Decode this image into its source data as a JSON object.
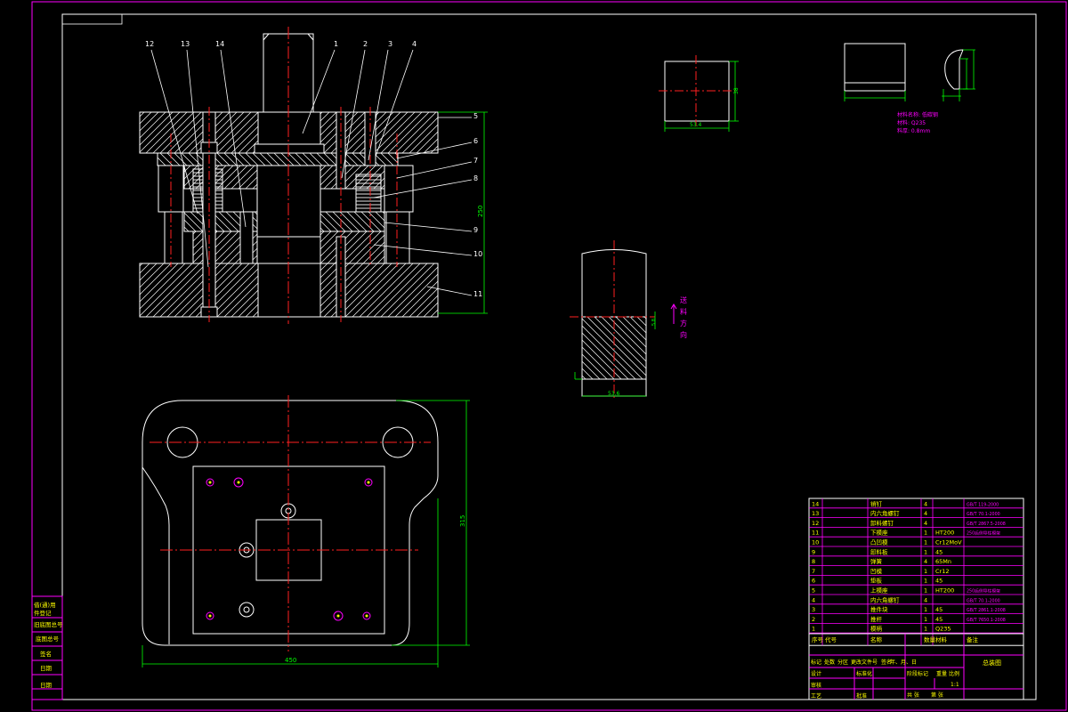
{
  "colors": {
    "background": "#000000",
    "border": "#ff00ff",
    "outline": "#ffffff",
    "centerline": "#ff2020",
    "dimension": "#00ff00",
    "text": "#ffff00",
    "table_grid": "#ff00ff"
  },
  "leader_labels": [
    "12",
    "13",
    "14",
    "1",
    "2",
    "3",
    "4",
    "5",
    "6",
    "7",
    "8",
    "9",
    "10",
    "11"
  ],
  "dims": {
    "press_height": "250",
    "plan_width": "450",
    "plan_depth": "315",
    "blank_width": "53.4",
    "blank_height": "38",
    "strip_width": "53.6",
    "small_v": "5.8"
  },
  "feed_text": [
    "送",
    "料",
    "方",
    "向"
  ],
  "part_note": [
    "材料名称: 低碳钢",
    "材料: Q235",
    "料厚: 0.8mm"
  ],
  "bom": [
    {
      "no": "14",
      "name": "销钉",
      "qty": "4",
      "material": "",
      "remark": "GB/T 119-2000"
    },
    {
      "no": "13",
      "name": "内六角螺钉",
      "qty": "4",
      "material": "",
      "remark": "GB/T 70.1-2000"
    },
    {
      "no": "12",
      "name": "卸料螺钉",
      "qty": "4",
      "material": "",
      "remark": "GB/T 2867.5-2008"
    },
    {
      "no": "11",
      "name": "下模座",
      "qty": "1",
      "material": "HT200",
      "remark": "250后侧导柱模架"
    },
    {
      "no": "10",
      "name": "凸凹模",
      "qty": "1",
      "material": "Cr12MoV",
      "remark": ""
    },
    {
      "no": "9",
      "name": "卸料板",
      "qty": "1",
      "material": "45",
      "remark": ""
    },
    {
      "no": "8",
      "name": "弹簧",
      "qty": "4",
      "material": "65Mn",
      "remark": ""
    },
    {
      "no": "7",
      "name": "凹模",
      "qty": "1",
      "material": "Cr12",
      "remark": ""
    },
    {
      "no": "6",
      "name": "垫板",
      "qty": "1",
      "material": "45",
      "remark": ""
    },
    {
      "no": "5",
      "name": "上模座",
      "qty": "1",
      "material": "HT200",
      "remark": "250后侧导柱模架"
    },
    {
      "no": "4",
      "name": "内六角螺钉",
      "qty": "4",
      "material": "",
      "remark": "GB/T 70.1-2000"
    },
    {
      "no": "3",
      "name": "推件块",
      "qty": "1",
      "material": "45",
      "remark": "GB/T 2861.1-2008"
    },
    {
      "no": "2",
      "name": "推杆",
      "qty": "1",
      "material": "45",
      "remark": "GB/T 7650.1-2008"
    },
    {
      "no": "1",
      "name": "模柄",
      "qty": "1",
      "material": "Q235",
      "remark": ""
    }
  ],
  "bom_header": [
    "序号",
    "代号",
    "名称",
    "数量",
    "材料",
    "备注"
  ],
  "title_block": {
    "row_a": [
      "标记",
      "处数",
      "分区",
      "更改文件号",
      "签名",
      "年、月、日"
    ],
    "row_b": [
      "设计",
      "",
      "标准化",
      ""
    ],
    "row_c": [
      "审核",
      "",
      "工艺",
      "",
      "批准"
    ],
    "stage": [
      "阶段标记",
      "重量",
      "比例"
    ],
    "scale": "1:1",
    "sheet": [
      "共 张",
      "第 张"
    ],
    "drawing_title": "总装图"
  },
  "side_table": [
    "借(通)用",
    "件登记",
    "旧底图总号",
    "底图总号",
    "签名",
    "日期",
    "日期"
  ]
}
